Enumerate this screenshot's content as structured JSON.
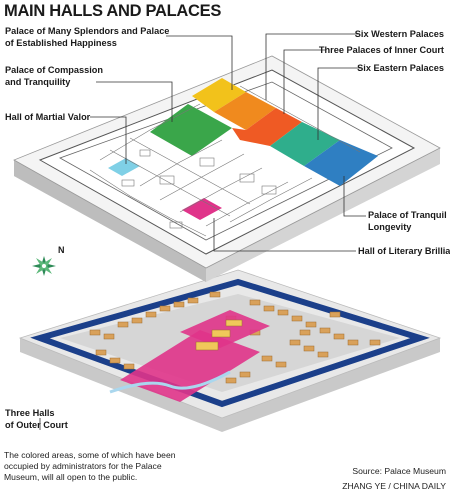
{
  "title": "MAIN HALLS AND PALACES",
  "labels": {
    "many_splendors": {
      "line1": "Palace of Many Splendors and Palace",
      "line2": "of Established Happiness"
    },
    "compassion": {
      "line1": "Palace of Compassion",
      "line2": "and Tranquility"
    },
    "martial_valor": {
      "line1": "Hall of Martial Valor"
    },
    "six_western": {
      "line1": "Six Western Palaces"
    },
    "three_inner": {
      "line1": "Three Palaces of Inner Court"
    },
    "six_eastern": {
      "line1": "Six Eastern Palaces"
    },
    "tranquil_longevity": {
      "line1": "Palace of Tranquil",
      "line2": "Longevity"
    },
    "literary_brilliance": {
      "line1": "Hall of Literary Brilliance"
    },
    "outer_court": {
      "line1": "Three Halls",
      "line2": "of Outer Court"
    }
  },
  "compass_letter": "N",
  "note": "The colored areas, some of which have been occupied by administrators for the Palace Museum, will all open to the public.",
  "source": "Source: Palace Museum",
  "credit": "ZHANG YE / CHINA DAILY",
  "colors": {
    "green": "#3aa64a",
    "yellow": "#f2c21b",
    "orange": "#f08a1e",
    "red_orange": "#ef5a24",
    "teal": "#2fae8c",
    "blue": "#2f7fc2",
    "light_blue": "#7fd0e6",
    "magenta": "#e0348a",
    "wall_blue": "#1b3f8a",
    "building": "#d9a15a"
  }
}
